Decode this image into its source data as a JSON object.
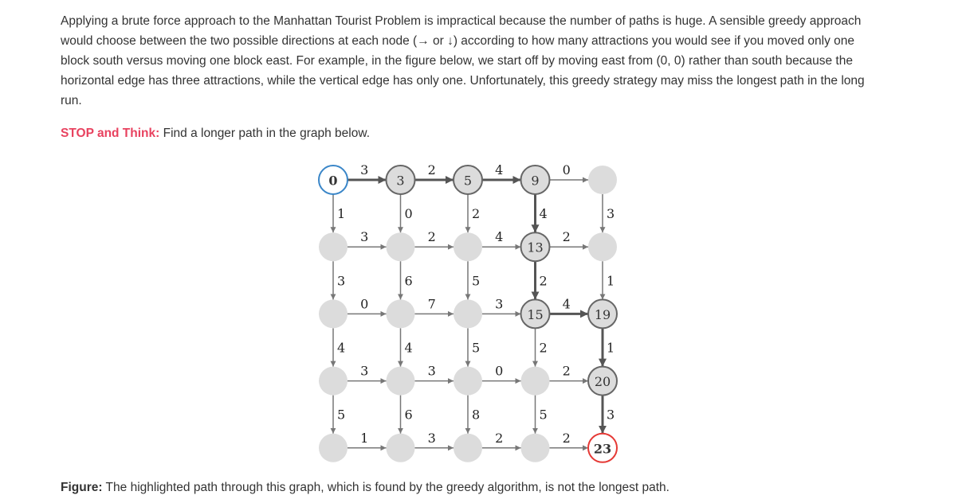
{
  "text": {
    "paragraph": "Applying a brute force approach to the Manhattan Tourist Problem is impractical because the number of paths is huge. A sensible greedy approach would choose between the two possible directions at each node (→ or ↓) according to how many attractions you would see if you moved only one block south versus moving one block east. For example, in the figure below, we start off by moving east from (0, 0) rather than south because the horizontal edge has three attractions, while the vertical edge has only one. Unfortunately, this greedy strategy may miss the longest path in the long run.",
    "stop_label": "STOP and Think:",
    "stop_text": " Find a longer path in the graph below.",
    "caption_label": "Figure:",
    "caption_text": " The highlighted path through this graph, which is found by the greedy algorithm, is not the longest path."
  },
  "graph": {
    "rows": 5,
    "cols": 5,
    "horizontal_weights": [
      [
        3,
        2,
        4,
        0
      ],
      [
        3,
        2,
        4,
        2
      ],
      [
        0,
        7,
        3,
        4
      ],
      [
        3,
        3,
        0,
        2
      ],
      [
        1,
        3,
        2,
        2
      ]
    ],
    "vertical_weights": [
      [
        1,
        0,
        2,
        4,
        3
      ],
      [
        3,
        6,
        5,
        2,
        1
      ],
      [
        4,
        4,
        5,
        2,
        1
      ],
      [
        5,
        6,
        8,
        5,
        3
      ]
    ],
    "path_nodes": [
      {
        "r": 0,
        "c": 0,
        "label": "0",
        "style": "start"
      },
      {
        "r": 0,
        "c": 1,
        "label": "3",
        "style": "path"
      },
      {
        "r": 0,
        "c": 2,
        "label": "5",
        "style": "path"
      },
      {
        "r": 0,
        "c": 3,
        "label": "9",
        "style": "path"
      },
      {
        "r": 1,
        "c": 3,
        "label": "13",
        "style": "path"
      },
      {
        "r": 2,
        "c": 3,
        "label": "15",
        "style": "path"
      },
      {
        "r": 2,
        "c": 4,
        "label": "19",
        "style": "path"
      },
      {
        "r": 3,
        "c": 4,
        "label": "20",
        "style": "path"
      },
      {
        "r": 4,
        "c": 4,
        "label": "23",
        "style": "end"
      }
    ],
    "path_edges": [
      {
        "type": "h",
        "r": 0,
        "c": 0
      },
      {
        "type": "h",
        "r": 0,
        "c": 1
      },
      {
        "type": "h",
        "r": 0,
        "c": 2
      },
      {
        "type": "v",
        "r": 0,
        "c": 3
      },
      {
        "type": "v",
        "r": 1,
        "c": 3
      },
      {
        "type": "h",
        "r": 2,
        "c": 3
      },
      {
        "type": "v",
        "r": 2,
        "c": 4
      },
      {
        "type": "v",
        "r": 3,
        "c": 4
      }
    ],
    "colors": {
      "node_fill": "#dcdcdc",
      "edge": "#777777",
      "path_edge": "#555555",
      "path_node_stroke": "#666666",
      "start_stroke": "#3a86c8",
      "end_stroke": "#e53935"
    }
  }
}
